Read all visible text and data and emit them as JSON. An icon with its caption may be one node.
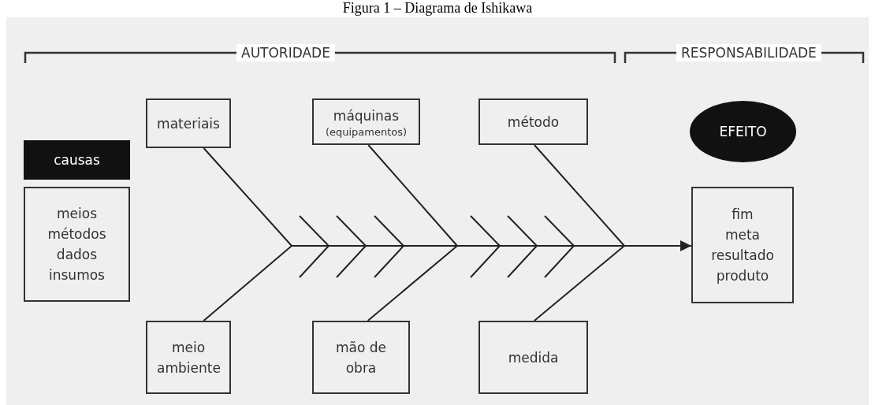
{
  "diagram": {
    "title": "Figura 1 – Diagrama de Ishikawa",
    "nodes": [
      {
        "text": [
          "causas"
        ]
      },
      {
        "text": [
          "meios métodos dados insumos"
        ]
      },
      {
        "text": [
          "materiais"
        ]
      },
      {
        "text": [
          "máquinas",
          "(equipamentos)"
        ]
      },
      {
        "text": [
          "método"
        ]
      },
      {
        "text": [
          "meio ambiente"
        ]
      },
      {
        "text": [
          "mão de obra"
        ]
      },
      {
        "text": [
          "medida"
        ]
      },
      {
        "text": [
          "EFEITO"
        ]
      },
      {
        "text": [
          "fim meta resultado produto"
        ]
      }
    ],
    "edges": [
      {
        "from": 2,
        "to": null,
        "arrow": "none"
      },
      {
        "from": 5,
        "to": null,
        "arrow": "none"
      },
      {
        "from": 3,
        "to": null,
        "arrow": "none"
      },
      {
        "from": 6,
        "to": null,
        "arrow": "none"
      },
      {
        "from": 4,
        "to": null,
        "arrow": "none"
      },
      {
        "from": 7,
        "to": null,
        "arrow": "none"
      },
      {
        "from": null,
        "to": 9,
        "arrow": "to"
      }
    ],
    "labels": [
      "AUTORIDADE",
      "RESPONSABILIDADE"
    ]
  }
}
